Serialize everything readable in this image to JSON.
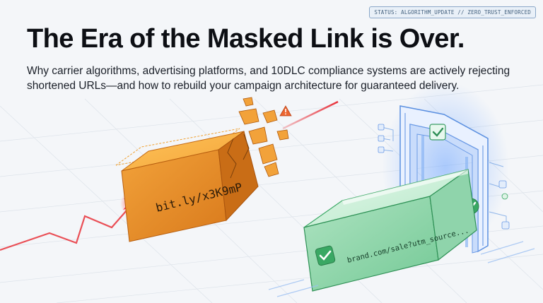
{
  "header": {
    "status": "STATUS: ALGORITHM_UPDATE // ZERO_TRUST_ENFORCED",
    "title": "The Era of the Masked Link is Over.",
    "subtitle": "Why carrier algorithms, advertising platforms, and 10DLC compliance systems are actively rejecting shortened URLs—and how to rebuild your campaign architecture for guaranteed delivery."
  },
  "illustration": {
    "masked_block": {
      "label": "bit.ly/x3K9mP"
    },
    "branded_block": {
      "label": "brand.com/sale?utm_source..."
    }
  },
  "colors": {
    "masked": "#f0a030",
    "branded": "#62c48a",
    "laser": "#e8313a",
    "gate": "#5a8fe0",
    "warning": "#ec6530"
  },
  "icons": [
    "warning-icon",
    "check-icon",
    "shield-check-icon",
    "impact-spark-icon"
  ]
}
